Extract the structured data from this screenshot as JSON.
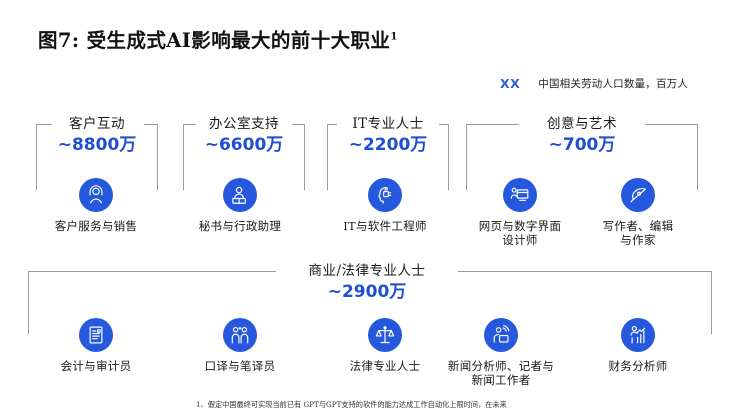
{
  "title": {
    "text": "图7: 受生成式AI影响最大的前十大职业",
    "footnote_marker": "1"
  },
  "legend": {
    "key": "XX",
    "key_color": "#2f5fd0",
    "description": "中国相关劳动人口数量，百万人"
  },
  "colors": {
    "icon_fill": "#2558dd",
    "value_text": "#1f4fd0",
    "bracket_line": "#9a9a9a",
    "background": "#ffffff"
  },
  "chart_data": {
    "type": "diagram",
    "title": "图7: 受生成式AI影响最大的前十大职业",
    "unit_label": "中国相关劳动人口数量，百万人",
    "rows": [
      {
        "row_index": 1,
        "groups": [
          {
            "name": "客户互动",
            "value": "~8800万",
            "value_numeric": 8800,
            "unit": "万",
            "items": [
              {
                "caption": "客户服务与销售",
                "icon": "headset-agent-icon"
              }
            ]
          },
          {
            "name": "办公室支持",
            "value": "~6600万",
            "value_numeric": 6600,
            "unit": "万",
            "items": [
              {
                "caption": "秘书与行政助理",
                "icon": "office-assistant-icon"
              }
            ]
          },
          {
            "name": "IT专业人士",
            "value": "~2200万",
            "value_numeric": 2200,
            "unit": "万",
            "items": [
              {
                "caption": "IT与软件工程师",
                "icon": "ai-brain-chip-icon"
              }
            ]
          },
          {
            "name": "创意与艺术",
            "value": "~700万",
            "value_numeric": 700,
            "unit": "万",
            "items": [
              {
                "caption": "网页与数字界面\n设计师",
                "icon": "web-design-icon"
              },
              {
                "caption": "写作者、编辑\n与作家",
                "icon": "pen-writing-icon"
              }
            ]
          }
        ]
      },
      {
        "row_index": 2,
        "groups": [
          {
            "name": "商业/法律专业人士",
            "value": "~2900万",
            "value_numeric": 2900,
            "unit": "万",
            "items": [
              {
                "caption": "会计与审计员",
                "icon": "ledger-document-icon"
              },
              {
                "caption": "口译与笔译员",
                "icon": "two-people-speech-icon"
              },
              {
                "caption": "法律专业人士",
                "icon": "scales-of-justice-icon"
              },
              {
                "caption": "新闻分析师、记者与\n新闻工作者",
                "icon": "reporter-broadcast-icon"
              },
              {
                "caption": "财务分析师",
                "icon": "finance-chart-person-icon"
              }
            ]
          }
        ]
      }
    ]
  },
  "footnote": {
    "text": "1、假定中国最终可实现当前已有 GPT与GPT支持的软件的能力达成工作自动化上限时间，在未来"
  }
}
